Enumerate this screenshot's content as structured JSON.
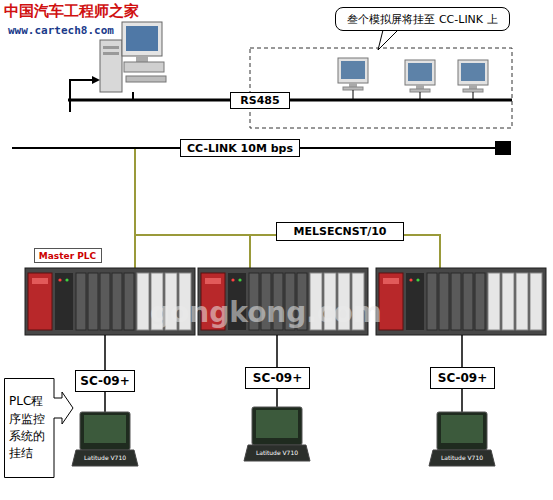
{
  "diagram": {
    "nodes": [
      {
        "text": [
          "叁个模拟屏将挂至 CC-LINK 上"
        ]
      },
      {
        "text": [
          "RS485"
        ]
      },
      {
        "text": [
          "CC-LINK 10M bps"
        ]
      },
      {
        "text": [
          "MELSECNST/10"
        ]
      },
      {
        "text": [
          "Master PLC"
        ]
      },
      {
        "text": [
          "SC-09+"
        ]
      },
      {
        "text": [
          "SC-09+"
        ]
      },
      {
        "text": [
          "SC-09+"
        ]
      },
      {
        "text": [
          "PLC程序监控系统的挂结"
        ]
      }
    ],
    "labels": [
      "中国汽车工程师之家",
      "www.cartech8.com",
      "gongkong.com",
      "Latitude V710",
      "Latitude V710",
      "Latitude V710"
    ]
  }
}
